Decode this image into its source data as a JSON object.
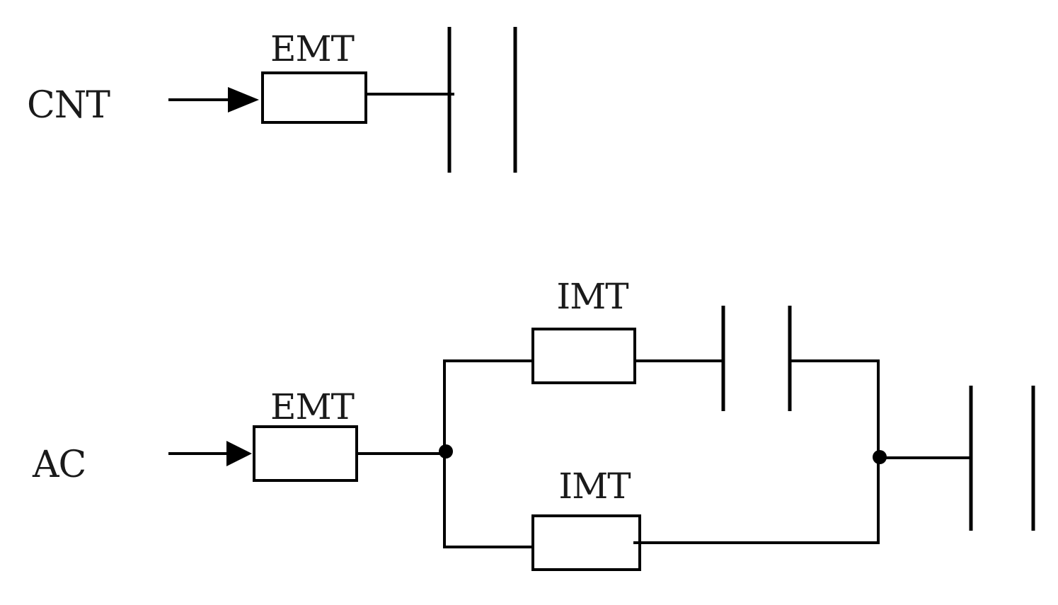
{
  "top_circuit": {
    "input_label": "CNT",
    "block_label": "EMT"
  },
  "bottom_circuit": {
    "input_label": "AC",
    "block_label": "EMT",
    "upper_branch_label": "IMT",
    "lower_branch_label": "IMT"
  }
}
